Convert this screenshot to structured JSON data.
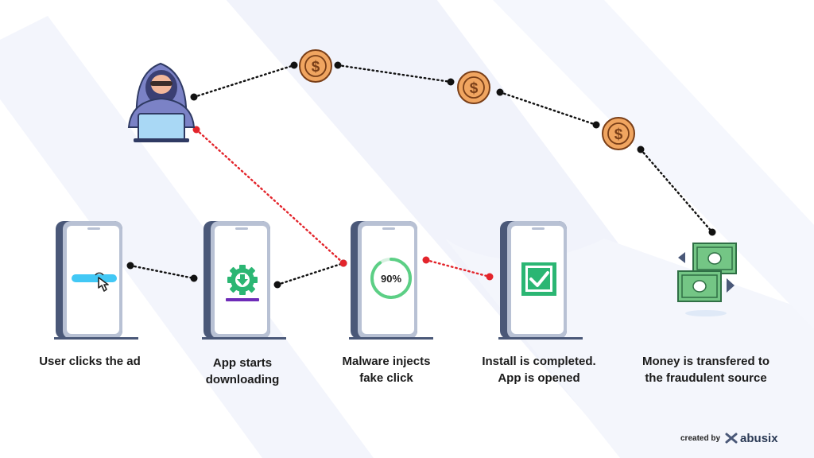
{
  "steps": [
    {
      "line1": "User clicks the ad",
      "line2": ""
    },
    {
      "line1": "App starts",
      "line2": "downloading"
    },
    {
      "line1": "Malware injects",
      "line2": "fake click"
    },
    {
      "line1": "Install is completed.",
      "line2": "App is opened"
    },
    {
      "line1": "Money is transfered to",
      "line2": "the fraudulent source"
    }
  ],
  "progress_label": "90%",
  "coin_symbol": "$",
  "credit": {
    "by": "created by",
    "brand": "abusix"
  },
  "colors": {
    "phone_frame": "#4a5878",
    "phone_inner": "#b8c1d4",
    "screen": "#ffffff",
    "black_dot": "#111111",
    "red_dot": "#e3242b",
    "coin": "#f0a560",
    "coin_ring": "#d9823b",
    "money": "#74c685",
    "money_dark": "#2f6f45",
    "hacker_hood": "#7b82c6",
    "laptop": "#a9d8f5",
    "green": "#2bb673",
    "blue_bar": "#42c8f5",
    "purple": "#6e2bb8",
    "background_shape": "#eef1fb"
  }
}
